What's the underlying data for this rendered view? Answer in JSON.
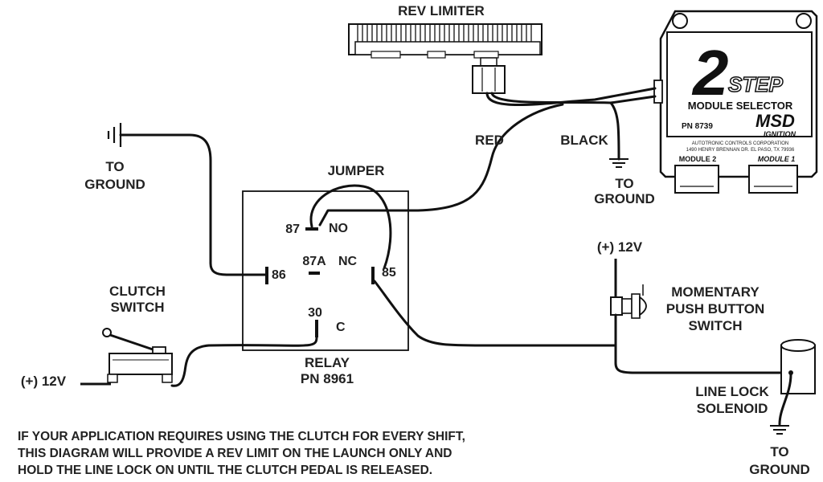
{
  "components": {
    "rev_limiter": "REV LIMITER",
    "module": {
      "logo_number": "2",
      "logo_step": "STEP",
      "title": "MODULE SELECTOR",
      "part_number": "PN 8739",
      "brand": "MSD",
      "brand_sub": "IGNITION",
      "maker": "AUTOTRONIC CONTROLS CORPORATION",
      "address": "1490 HENRY BRENNAN DR. EL PASO, TX 79936",
      "port_left": "MODULE 2",
      "port_right": "MODULE 1"
    },
    "relay": {
      "title": "RELAY",
      "part_number": "PN 8961",
      "jumper": "JUMPER",
      "pin_87": "87",
      "pin_no": "NO",
      "pin_86": "86",
      "pin_87a": "87A",
      "pin_nc": "NC",
      "pin_85": "85",
      "pin_30": "30",
      "pin_c": "C"
    },
    "clutch_switch": [
      "CLUTCH",
      "SWITCH"
    ],
    "push_button": [
      "MOMENTARY",
      "PUSH BUTTON",
      "SWITCH"
    ],
    "line_lock": [
      "LINE LOCK",
      "SOLENOID"
    ]
  },
  "wires": {
    "red": "RED",
    "black": "BLACK"
  },
  "power": {
    "clutch_12v": "(+) 12V",
    "switch_12v": "(+) 12V"
  },
  "grounds": {
    "top_left": [
      "TO",
      "GROUND"
    ],
    "module": [
      "TO",
      "GROUND"
    ],
    "solenoid": [
      "TO",
      "GROUND"
    ]
  },
  "note": [
    "IF YOUR APPLICATION REQUIRES USING THE CLUTCH FOR EVERY SHIFT,",
    "THIS DIAGRAM WILL PROVIDE A REV LIMIT ON THE LAUNCH ONLY AND",
    "HOLD THE LINE LOCK ON UNTIL THE CLUTCH PEDAL IS RELEASED."
  ]
}
